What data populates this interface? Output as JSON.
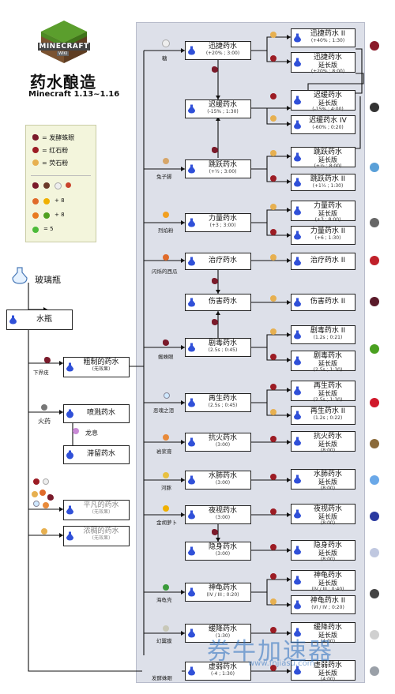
{
  "header": {
    "logo_text": "MINECRAFT",
    "logo_sub": "WIKI",
    "title": "药水酿造",
    "subtitle": "Minecraft 1.13~1.16"
  },
  "legend": {
    "items": [
      "= 发酵蛛眼",
      "= 红石粉",
      "= 荧石粉"
    ],
    "eq1": "+ 8",
    "eq2": "+ 8",
    "eq3": "= 5"
  },
  "left": {
    "glass_bottle": "玻璃瓶",
    "water_bottle": "水瓶",
    "nether_wart": "下界疣",
    "awkward": "粗制的药水",
    "awkward_sub": "(无效果)",
    "gunpowder": "火药",
    "splash": "喷溅药水",
    "dragon_breath": "龙息",
    "lingering": "滞留药水",
    "mundane": "平凡的药水",
    "mundane_sub": "(无效果)",
    "thick": "浓稠的药水",
    "thick_sub": "(无效果)"
  },
  "ingredients": {
    "sugar": "糖",
    "rabbit_foot": "兔子脚",
    "blaze_powder": "烈焰粉",
    "glistering_melon": "闪烁的西瓜",
    "spider_eye": "蜘蛛眼",
    "ghast_tear": "恶魂之泪",
    "magma_cream": "岩浆膏",
    "pufferfish": "河豚",
    "golden_carrot": "金胡萝卜",
    "turtle_shell": "海龟壳",
    "phantom_membrane": "幻翼膜",
    "fermented_spider_eye": "发酵蛛眼"
  },
  "potions": {
    "swiftness": {
      "name": "迅捷药水",
      "stat": "(+20% ; 3:00)"
    },
    "swiftness2": {
      "name": "迅捷药水 II",
      "stat": "(+40% ; 1:30)"
    },
    "swiftness_ext": {
      "name": "迅捷药水",
      "name2": "延长版",
      "stat": "(+20% ; 8:00)"
    },
    "slowness": {
      "name": "迟缓药水",
      "stat": "(-15% ; 1:30)"
    },
    "slowness_ext": {
      "name": "迟缓药水",
      "name2": "延长版",
      "stat": "(-15% ; 4:00)"
    },
    "slowness4": {
      "name": "迟缓药水 IV",
      "stat": "(-60% ; 0:20)"
    },
    "leaping": {
      "name": "跳跃药水",
      "stat": "(+½ ; 3:00)"
    },
    "leaping_ext": {
      "name": "跳跃药水",
      "name2": "延长版",
      "stat": "(+½ ; 8:00)"
    },
    "leaping2": {
      "name": "跳跃药水 II",
      "stat": "(+1¼ ; 1:30)"
    },
    "strength": {
      "name": "力量药水",
      "stat": "(+3 ; 3:00)"
    },
    "strength_ext": {
      "name": "力量药水",
      "name2": "延长版",
      "stat": "(+3 ; 8:00)"
    },
    "strength2": {
      "name": "力量药水 II",
      "stat": "(+6 ; 1:30)"
    },
    "healing": {
      "name": "治疗药水",
      "stat": ""
    },
    "healing2": {
      "name": "治疗药水 II",
      "stat": ""
    },
    "harming": {
      "name": "伤害药水",
      "stat": ""
    },
    "harming2": {
      "name": "伤害药水 II",
      "stat": ""
    },
    "poison": {
      "name": "剧毒药水",
      "stat": "(2.5s ; 0:45)"
    },
    "poison2": {
      "name": "剧毒药水 II",
      "stat": "(1.2s ; 0:21)"
    },
    "poison_ext": {
      "name": "剧毒药水",
      "name2": "延长版",
      "stat": "(2.5s ; 1:30)"
    },
    "regen": {
      "name": "再生药水",
      "stat": "(2.5s ; 0:45)"
    },
    "regen_ext": {
      "name": "再生药水",
      "name2": "延长版",
      "stat": "(2.5s ; 1:30)"
    },
    "regen2": {
      "name": "再生药水 II",
      "stat": "(1.2s ; 0:22)"
    },
    "fire_res": {
      "name": "抗火药水",
      "stat": "(3:00)"
    },
    "fire_res_ext": {
      "name": "抗火药水",
      "name2": "延长版",
      "stat": "(8:00)"
    },
    "water_breath": {
      "name": "水肺药水",
      "stat": "(3:00)"
    },
    "water_breath_ext": {
      "name": "水肺药水",
      "name2": "延长版",
      "stat": "(8:00)"
    },
    "night_vision": {
      "name": "夜视药水",
      "stat": "(3:00)"
    },
    "night_vision_ext": {
      "name": "夜视药水",
      "name2": "延长版",
      "stat": "(8:00)"
    },
    "invis": {
      "name": "隐身药水",
      "stat": "(3:00)"
    },
    "invis_ext": {
      "name": "隐身药水",
      "name2": "延长版",
      "stat": "(8:00)"
    },
    "turtle": {
      "name": "神龟药水",
      "stat": "(IV / III ; 0:20)"
    },
    "turtle_ext": {
      "name": "神龟药水",
      "name2": "延长版",
      "stat": "(IV / III ; 0:40)"
    },
    "turtle2": {
      "name": "神龟药水 II",
      "stat": "(VI / IV ; 0:20)"
    },
    "slow_fall": {
      "name": "缓降药水",
      "stat": "(1:30)"
    },
    "slow_fall_ext": {
      "name": "缓降药水",
      "name2": "延长版",
      "stat": "(4:00)"
    },
    "weakness": {
      "name": "虚弱药水",
      "stat": "(-4 ; 1:30)"
    },
    "weakness_ext": {
      "name": "虚弱药水",
      "name2": "延长版",
      "stat": "(4:00)"
    }
  },
  "watermark": {
    "text": "券牛加速器",
    "url": "www.fnjiasu.com"
  }
}
